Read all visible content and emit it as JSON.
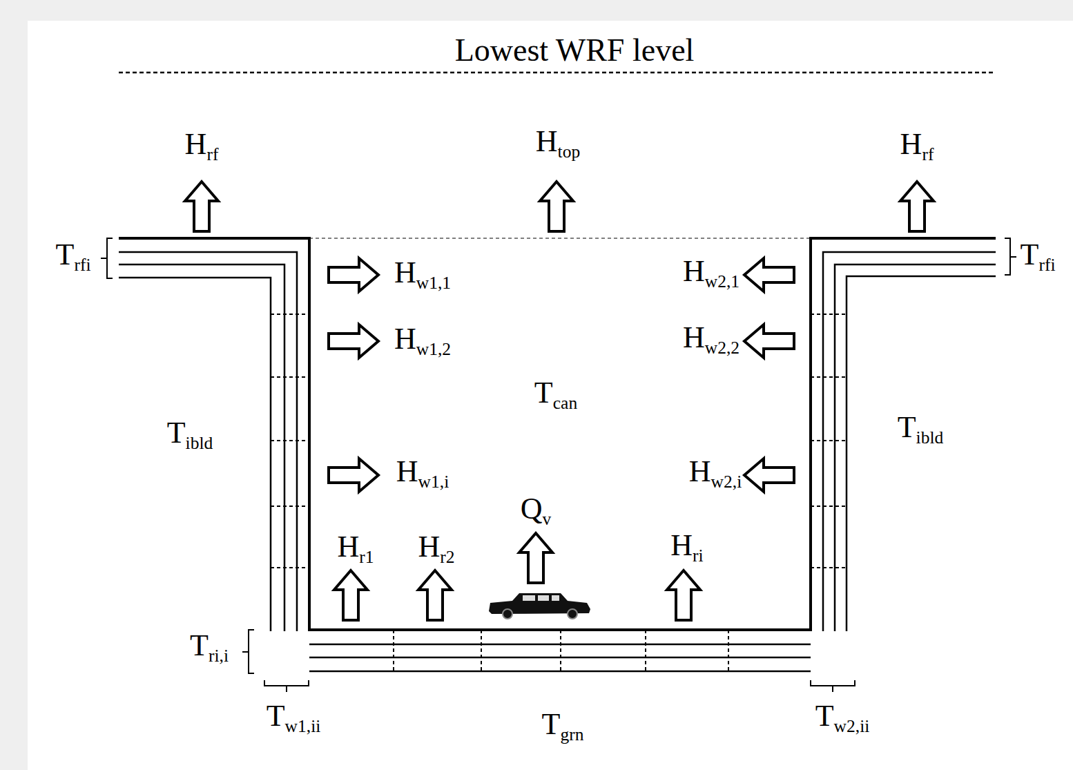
{
  "diagram": {
    "title": "Lowest WRF level",
    "labels": [
      "Hrf",
      "Htop",
      "Hrf",
      "Trfi",
      "Trfi",
      "Hw1,1",
      "Hw2,1",
      "Hw1,2",
      "Hw2,2",
      "Tcan",
      "Tibld",
      "Tibld",
      "Hw1,i",
      "Hw2,i",
      "Qv",
      "Hr1",
      "Hr2",
      "Hri",
      "Tri,i",
      "Tw1,ii",
      "Tgrn",
      "Tw2,ii"
    ]
  }
}
